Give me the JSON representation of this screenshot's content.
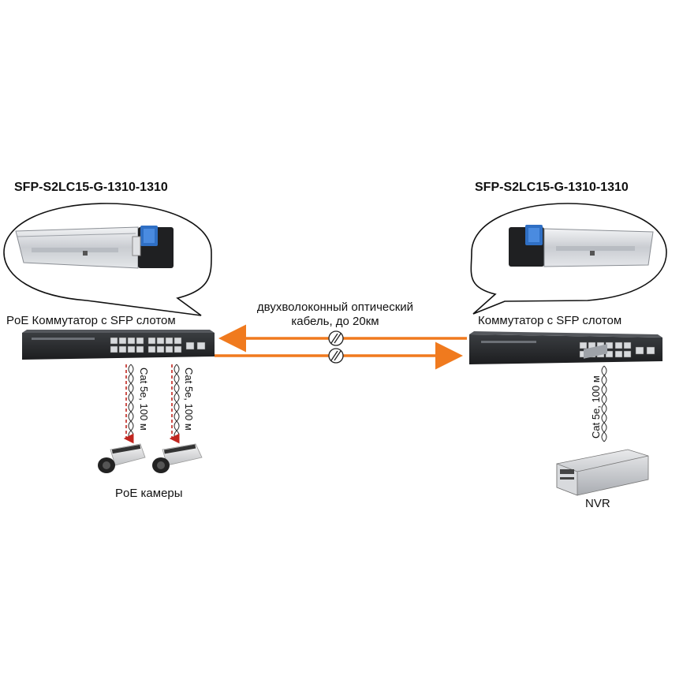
{
  "left": {
    "model": "SFP-S2LC15-G-1310-1310",
    "switch_label": "PoE Коммутатор с SFP слотом",
    "cable_a": "Cat 5e, 100 м",
    "cable_b": "Cat 5e, 100 м",
    "cameras_label": "PoE камеры"
  },
  "right": {
    "model": "SFP-S2LC15-G-1310-1310",
    "switch_label": "Коммутатор с SFP слотом",
    "cable": "Cat 5e, 100 м",
    "nvr_label": "NVR"
  },
  "fiber": {
    "line1": "двухволоконный оптический",
    "line2": "кабель, до 20км"
  },
  "colors": {
    "fiber": "#f07a1e",
    "poe_arrow": "#c0261f",
    "switch_body": "#2b2d30",
    "sfp_blue": "#2f6fc4"
  }
}
